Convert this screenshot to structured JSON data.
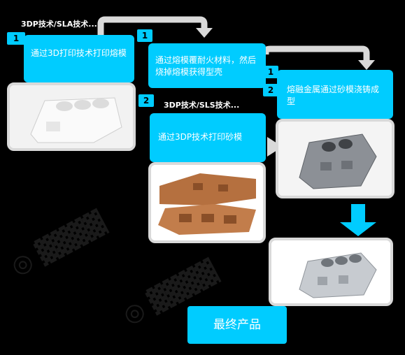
{
  "colors": {
    "accent": "#00ccff",
    "background": "#000000",
    "arrow": "#d9d9d9",
    "photo_frame": "#d9d9d9"
  },
  "routes": {
    "sla_label": "3DP技术/SLA技术...",
    "sls_label": "3DP技术/SLS技术..."
  },
  "steps": {
    "sla_step1": {
      "badge": "1",
      "text": "通过3D打印技术打印熔模"
    },
    "sla_step2": {
      "badge": "1",
      "text": "通过熔模覆耐火材料，然后烧掉熔模获得型壳"
    },
    "sls_step1": {
      "badge": "2",
      "text": "通过3DP技术打印砂模"
    },
    "casting": {
      "badge_top": "1",
      "badge_bottom": "2",
      "text": "熔融金属通过砂模浇铸成型"
    }
  },
  "final": {
    "label": "最终产品"
  },
  "images": {
    "white_pattern": "white-printed-engine-block-image",
    "sand_mold": "sand-mold-parts-image",
    "cast_block": "cast-metal-engine-block-image",
    "final_block": "final-engine-block-product-image"
  }
}
